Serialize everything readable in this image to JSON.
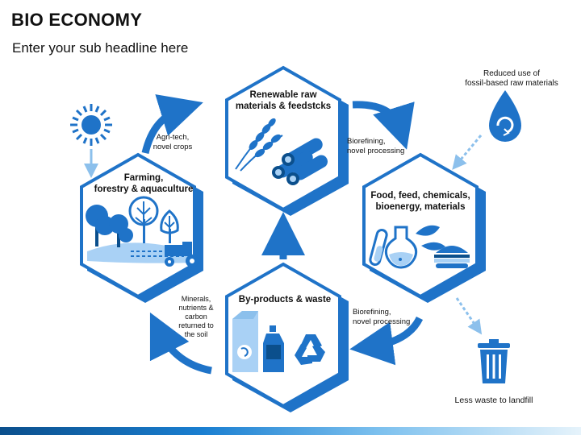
{
  "header": {
    "title": "BIO ECONOMY",
    "subtitle": "Enter your sub headline here"
  },
  "hexagons": {
    "renewable": {
      "line1": "Renewable raw",
      "line2": "materials & feedstcks"
    },
    "food": {
      "line1": "Food, feed, chemicals,",
      "line2": "bioenergy, materials"
    },
    "byproducts": {
      "line1": "By-products & waste"
    },
    "farming": {
      "line1": "Farming,",
      "line2": "forestry & aquaculture"
    }
  },
  "arrows": {
    "agritech": {
      "line1": "Agri-tech,",
      "line2": "novel crops"
    },
    "biorefining_top": {
      "line1": "Biorefining,",
      "line2": "novel processing"
    },
    "biorefining_bottom": {
      "line1": "Biorefining,",
      "line2": "novel processing"
    },
    "minerals": {
      "line1": "Minerals,",
      "line2": "nutrients &",
      "line3": "carbon",
      "line4": "returned to",
      "line5": "the soil"
    }
  },
  "side": {
    "fossil": {
      "line1": "Reduced use of",
      "line2": "fossil-based raw materials"
    },
    "landfill": {
      "line1": "Less waste to landfill"
    }
  },
  "colors": {
    "primary": "#1f73c8",
    "light": "#a9d1f5",
    "dark": "#0b4f8c"
  }
}
